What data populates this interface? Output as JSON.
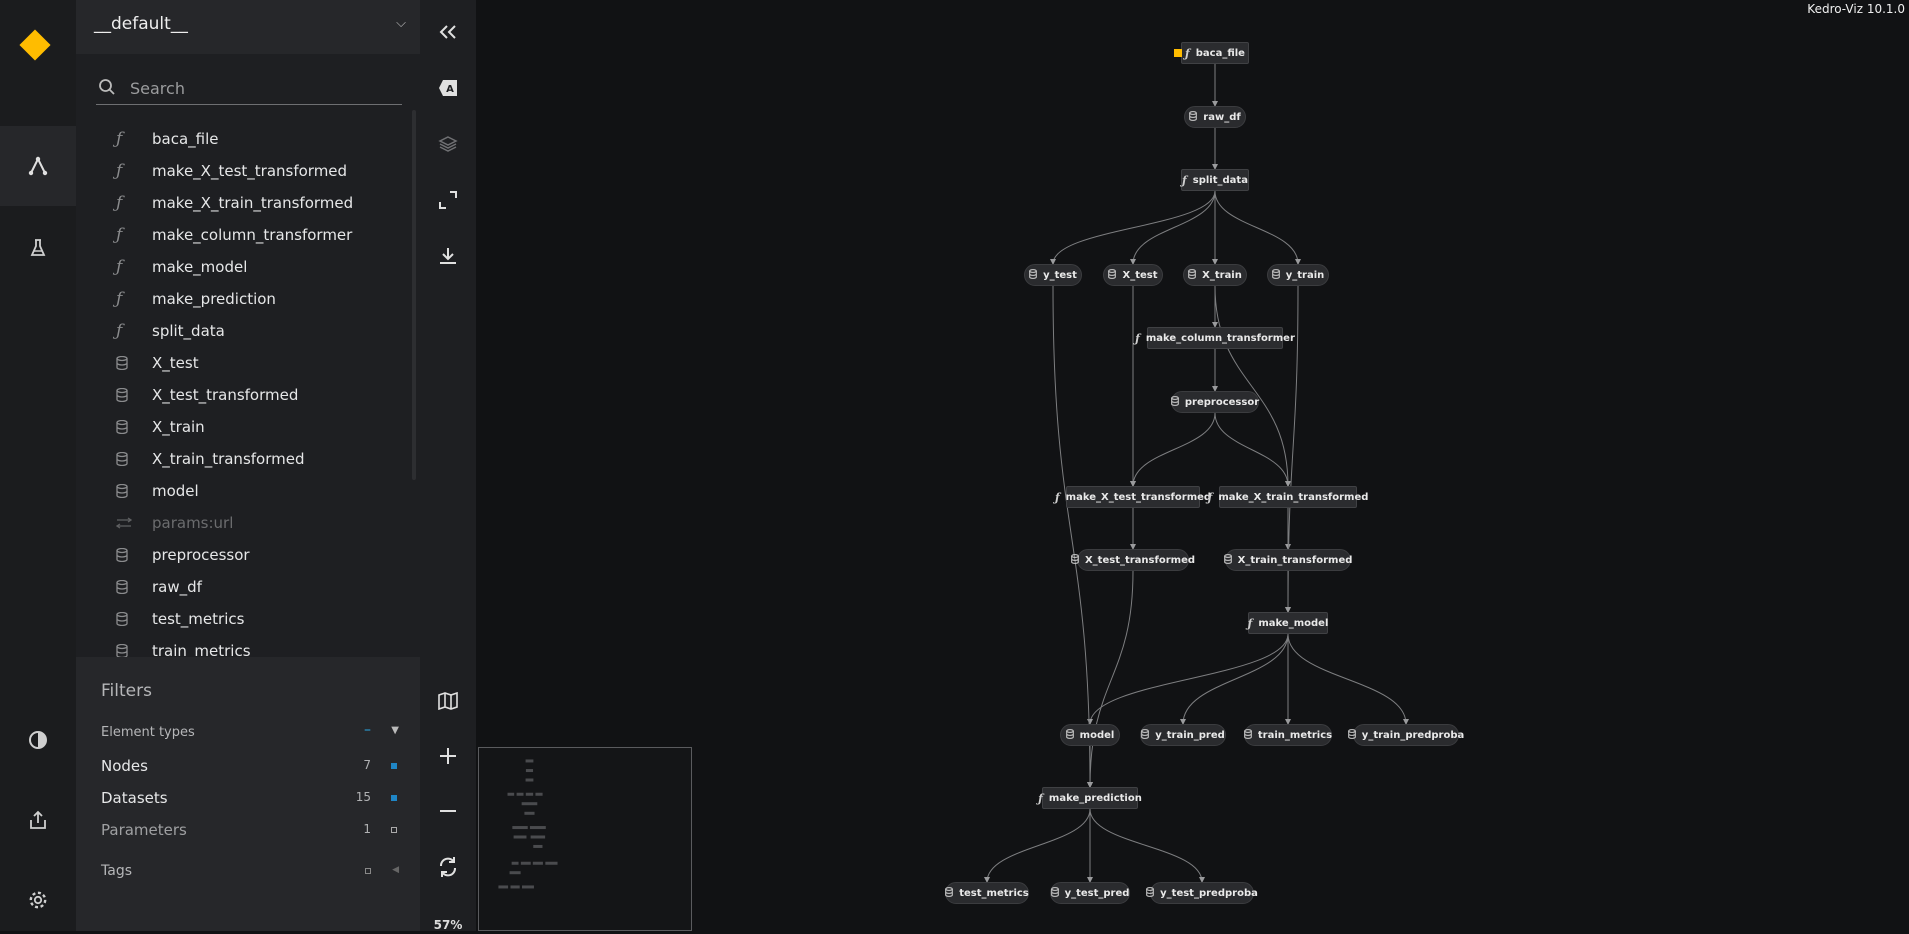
{
  "app": {
    "version_label": "Kedro-Viz 10.1.0",
    "zoom": "57%"
  },
  "global_nav": {
    "logo": "kedro-diamond-icon",
    "items": [
      "flowchart-icon",
      "experiment-flask-icon",
      "theme-toggle-icon",
      "export-icon",
      "settings-icon"
    ]
  },
  "sidebar": {
    "pipeline": "__default__",
    "search": {
      "placeholder": "Search",
      "value": ""
    },
    "items": [
      {
        "label": "baca_file",
        "kind": "task"
      },
      {
        "label": "make_X_test_transformed",
        "kind": "task"
      },
      {
        "label": "make_X_train_transformed",
        "kind": "task"
      },
      {
        "label": "make_column_transformer",
        "kind": "task"
      },
      {
        "label": "make_model",
        "kind": "task"
      },
      {
        "label": "make_prediction",
        "kind": "task"
      },
      {
        "label": "split_data",
        "kind": "task"
      },
      {
        "label": "X_test",
        "kind": "dataset"
      },
      {
        "label": "X_test_transformed",
        "kind": "dataset"
      },
      {
        "label": "X_train",
        "kind": "dataset"
      },
      {
        "label": "X_train_transformed",
        "kind": "dataset"
      },
      {
        "label": "model",
        "kind": "dataset"
      },
      {
        "label": "params:url",
        "kind": "parameter"
      },
      {
        "label": "preprocessor",
        "kind": "dataset"
      },
      {
        "label": "raw_df",
        "kind": "dataset"
      },
      {
        "label": "test_metrics",
        "kind": "dataset"
      },
      {
        "label": "train_metrics",
        "kind": "dataset"
      }
    ],
    "filters": {
      "title": "Filters",
      "element_types_label": "Element types",
      "rows": [
        {
          "label": "Nodes",
          "count": "7",
          "checked": true
        },
        {
          "label": "Datasets",
          "count": "15",
          "checked": true
        },
        {
          "label": "Parameters",
          "count": "1",
          "checked": false
        }
      ],
      "tags_label": "Tags"
    }
  },
  "toolbar": [
    "collapse-sidebar-icon",
    "labels-icon",
    "layers-icon",
    "expand-icon",
    "download-icon",
    "minimap-icon",
    "zoom-in-icon",
    "zoom-out-icon",
    "reset-view-icon"
  ],
  "graph": {
    "nodes": [
      {
        "id": "baca_file",
        "label": "baca_file",
        "kind": "task"
      },
      {
        "id": "raw_df",
        "label": "raw_df",
        "kind": "dataset"
      },
      {
        "id": "split_data",
        "label": "split_data",
        "kind": "task"
      },
      {
        "id": "y_test",
        "label": "y_test",
        "kind": "dataset"
      },
      {
        "id": "X_test",
        "label": "X_test",
        "kind": "dataset"
      },
      {
        "id": "X_train",
        "label": "X_train",
        "kind": "dataset"
      },
      {
        "id": "y_train",
        "label": "y_train",
        "kind": "dataset"
      },
      {
        "id": "make_column_transformer",
        "label": "make_column_transformer",
        "kind": "task"
      },
      {
        "id": "preprocessor",
        "label": "preprocessor",
        "kind": "dataset"
      },
      {
        "id": "make_X_test_transformed",
        "label": "make_X_test_transformed",
        "kind": "task"
      },
      {
        "id": "make_X_train_transformed",
        "label": "make_X_train_transformed",
        "kind": "task"
      },
      {
        "id": "X_test_transformed",
        "label": "X_test_transformed",
        "kind": "dataset"
      },
      {
        "id": "X_train_transformed",
        "label": "X_train_transformed",
        "kind": "dataset"
      },
      {
        "id": "make_model",
        "label": "make_model",
        "kind": "task"
      },
      {
        "id": "model",
        "label": "model",
        "kind": "dataset"
      },
      {
        "id": "y_train_pred",
        "label": "y_train_pred",
        "kind": "dataset"
      },
      {
        "id": "train_metrics",
        "label": "train_metrics",
        "kind": "dataset"
      },
      {
        "id": "y_train_predproba",
        "label": "y_train_predproba",
        "kind": "dataset"
      },
      {
        "id": "make_prediction",
        "label": "make_prediction",
        "kind": "task"
      },
      {
        "id": "test_metrics",
        "label": "test_metrics",
        "kind": "dataset"
      },
      {
        "id": "y_test_pred",
        "label": "y_test_pred",
        "kind": "dataset"
      },
      {
        "id": "y_test_predproba",
        "label": "y_test_predproba",
        "kind": "dataset"
      }
    ],
    "edges": [
      [
        "baca_file",
        "raw_df"
      ],
      [
        "raw_df",
        "split_data"
      ],
      [
        "split_data",
        "y_test"
      ],
      [
        "split_data",
        "X_test"
      ],
      [
        "split_data",
        "X_train"
      ],
      [
        "split_data",
        "y_train"
      ],
      [
        "X_train",
        "make_column_transformer"
      ],
      [
        "make_column_transformer",
        "preprocessor"
      ],
      [
        "X_test",
        "make_X_test_transformed"
      ],
      [
        "preprocessor",
        "make_X_test_transformed"
      ],
      [
        "preprocessor",
        "make_X_train_transformed"
      ],
      [
        "X_train",
        "make_X_train_transformed"
      ],
      [
        "make_X_test_transformed",
        "X_test_transformed"
      ],
      [
        "make_X_train_transformed",
        "X_train_transformed"
      ],
      [
        "X_train_transformed",
        "make_model"
      ],
      [
        "y_train",
        "make_model"
      ],
      [
        "make_model",
        "model"
      ],
      [
        "make_model",
        "y_train_pred"
      ],
      [
        "make_model",
        "train_metrics"
      ],
      [
        "make_model",
        "y_train_predproba"
      ],
      [
        "y_test",
        "make_prediction"
      ],
      [
        "X_test_transformed",
        "make_prediction"
      ],
      [
        "model",
        "make_prediction"
      ],
      [
        "make_prediction",
        "test_metrics"
      ],
      [
        "make_prediction",
        "y_test_pred"
      ],
      [
        "make_prediction",
        "y_test_predproba"
      ]
    ]
  }
}
